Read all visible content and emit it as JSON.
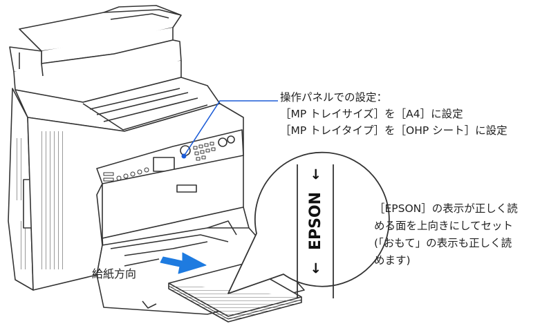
{
  "callout": {
    "title": "操作パネルでの設定：",
    "line1": "［MP トレイサイズ］を［A4］に設定",
    "line2": "［MP トレイタイプ］を［OHP シート］に設定"
  },
  "magnified_label": {
    "text": "EPSON",
    "arrow_top": "←",
    "arrow_bottom": "←"
  },
  "note": {
    "line1": "［EPSON］の表示が正しく読",
    "line2": "める面を上向きにしてセット",
    "line3": "(「おもて」の表示も正しく読",
    "line4": "めます)"
  },
  "feed_direction": {
    "label": "給紙方向"
  },
  "colors": {
    "leader_line": "#1b5bd6",
    "feed_arrow": "#1e7be0",
    "outline": "#333333"
  }
}
